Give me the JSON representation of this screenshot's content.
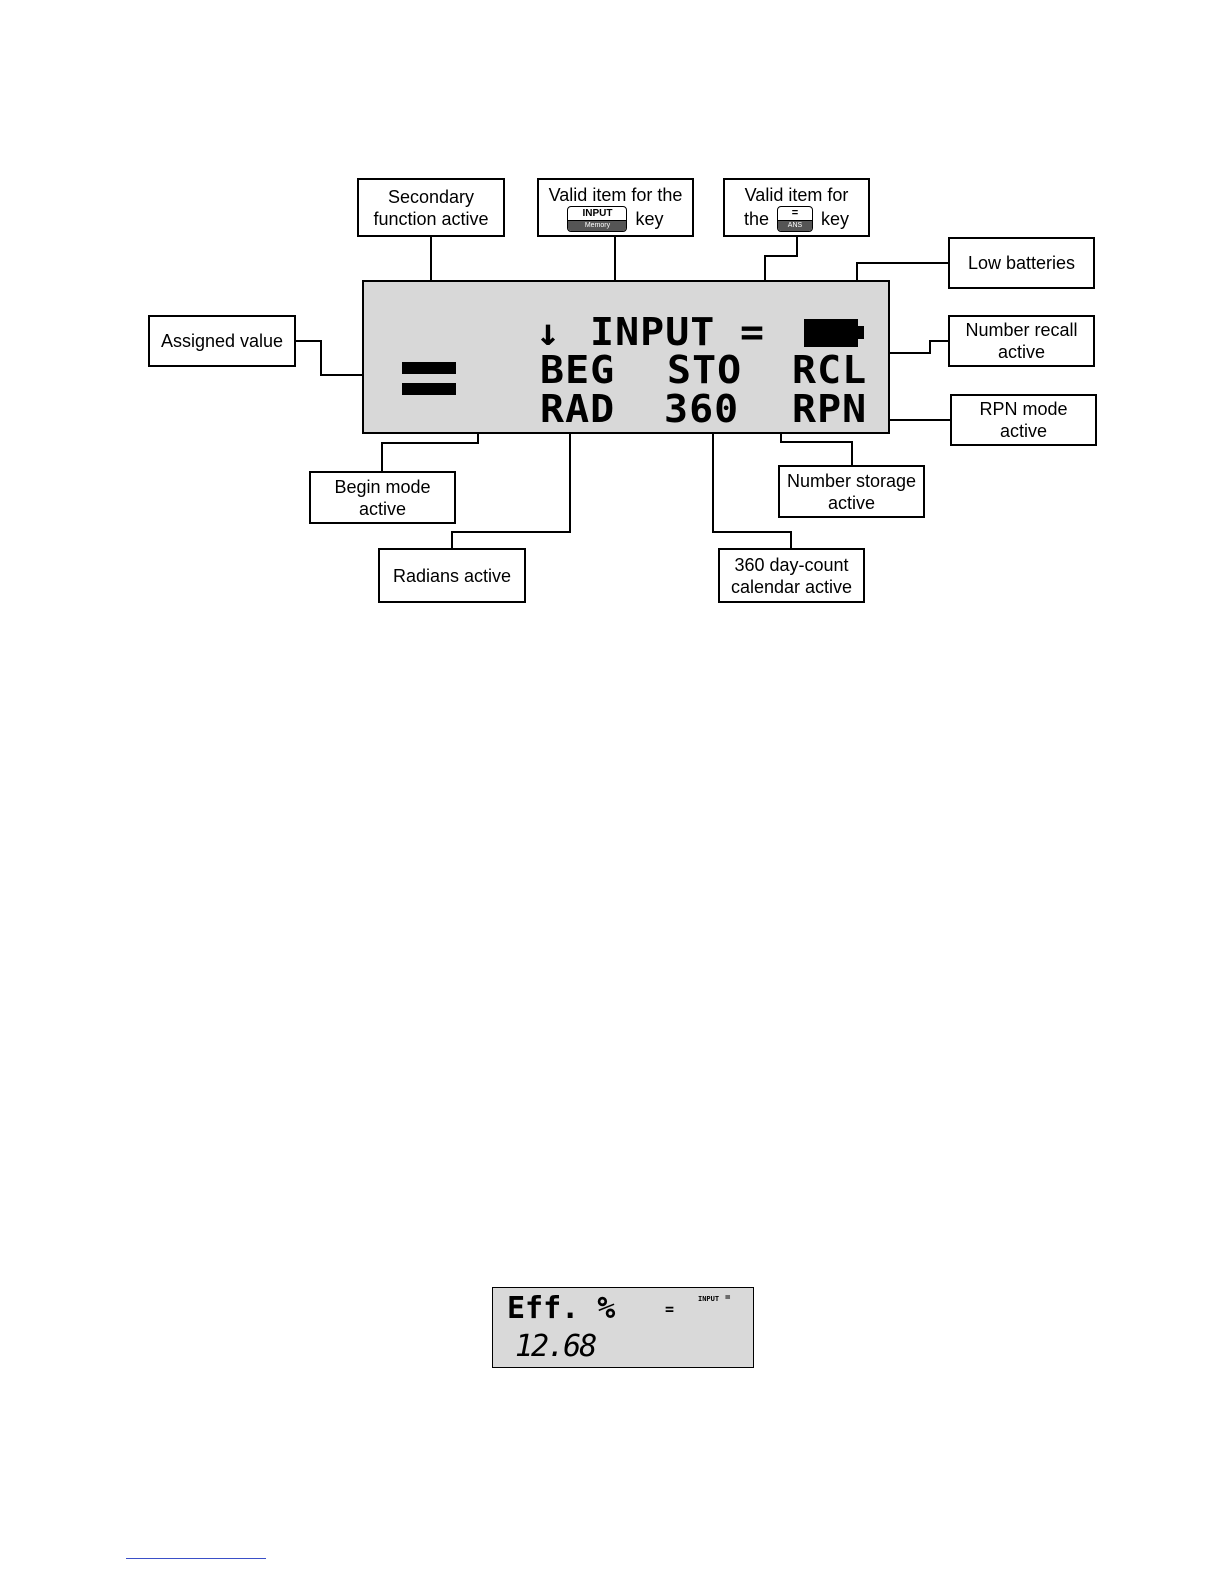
{
  "display": {
    "row1": {
      "arrow_glyph": "↓",
      "input": "INPUT",
      "equals": "="
    },
    "row2": {
      "beg": "BEG",
      "sto": "STO",
      "rcl": "RCL"
    },
    "row3": {
      "rad": "RAD",
      "day360": "360",
      "rpn": "RPN"
    },
    "background_color": "#d8d8d8"
  },
  "callouts": {
    "secondary": {
      "line1": "Secondary",
      "line2": "function active"
    },
    "valid_input": {
      "line1": "Valid item for the",
      "key_word": "key"
    },
    "valid_equals": {
      "line1": "Valid item for",
      "prefix": "the",
      "key_word": "key"
    },
    "low_batteries": {
      "text": "Low batteries"
    },
    "assigned": {
      "text": "Assigned value"
    },
    "recall": {
      "line1": "Number recall",
      "line2": "active"
    },
    "rpn": {
      "line1": "RPN mode",
      "line2": "active"
    },
    "begin": {
      "line1": "Begin mode",
      "line2": "active"
    },
    "storage": {
      "line1": "Number storage",
      "line2": "active"
    },
    "radians": {
      "text": "Radians active"
    },
    "calendar": {
      "line1": "360 day-count",
      "line2": "calendar active"
    }
  },
  "keys": {
    "input_key": {
      "top": "INPUT",
      "bottom": "Memory"
    },
    "equals_key": {
      "top": "=",
      "bottom": "ANS"
    }
  },
  "small_display": {
    "label": "Eff. %",
    "indicator_equals": "=",
    "indicator_input": "INPUT",
    "indicator_input_equals": "=",
    "value": "12.68",
    "background_color": "#d9d9d9"
  }
}
